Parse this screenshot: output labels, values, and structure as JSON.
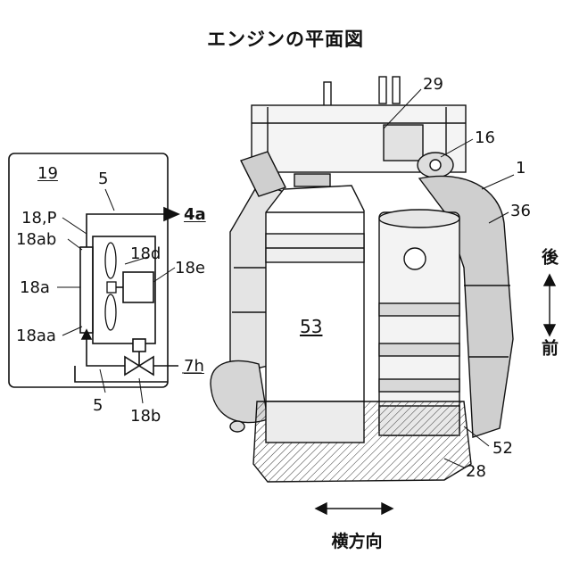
{
  "title": "エンジンの平面図",
  "schematic": {
    "labels": {
      "box_ref": "19",
      "line_5_top": "5",
      "ref_18_P": "18,P",
      "ref_18ab": "18ab",
      "ref_18a": "18a",
      "ref_18aa": "18aa",
      "ref_18d": "18d",
      "ref_18e": "18e",
      "ref_4a": "4a",
      "ref_7h": "7h",
      "line_5_bottom": "5",
      "ref_18b": "18b"
    }
  },
  "engine": {
    "labels": {
      "ref_29": "29",
      "ref_16": "16",
      "ref_1": "1",
      "ref_36": "36",
      "ref_53": "53",
      "ref_52": "52",
      "ref_28": "28"
    }
  },
  "directions": {
    "rear": "後",
    "front": "前",
    "lateral": "横方向"
  }
}
